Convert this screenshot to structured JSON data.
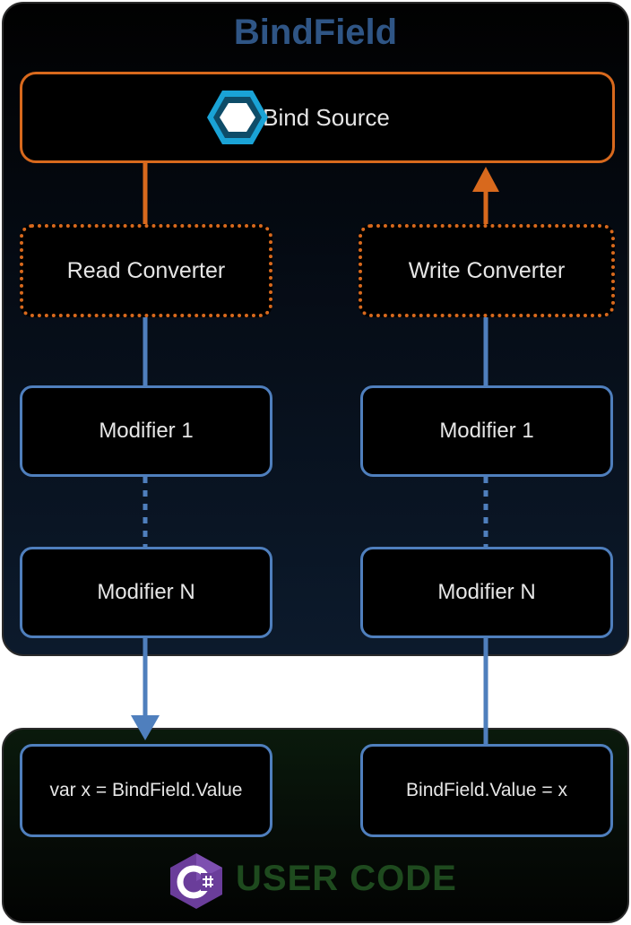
{
  "bindfield": {
    "title": "BindField"
  },
  "bind_source": {
    "label": "Bind Source",
    "icon": "hexagon-icon"
  },
  "read_path": {
    "converter": "Read Converter",
    "modifier_first": "Modifier 1",
    "modifier_last": "Modifier N",
    "user_statement": "var x = BindField.Value"
  },
  "write_path": {
    "converter": "Write Converter",
    "modifier_first": "Modifier 1",
    "modifier_last": "Modifier N",
    "user_statement": "BindField.Value = x"
  },
  "user_code": {
    "title": "USER CODE",
    "icon": "csharp-logo-icon"
  },
  "colors": {
    "bindfield_title": "#2f5585",
    "orange": "#d8691d",
    "blue": "#4f7fbd",
    "user_code_title": "#1e4a1e",
    "csharp_logo": "#6a3d9a",
    "hexagon": "#1aa3d6"
  }
}
